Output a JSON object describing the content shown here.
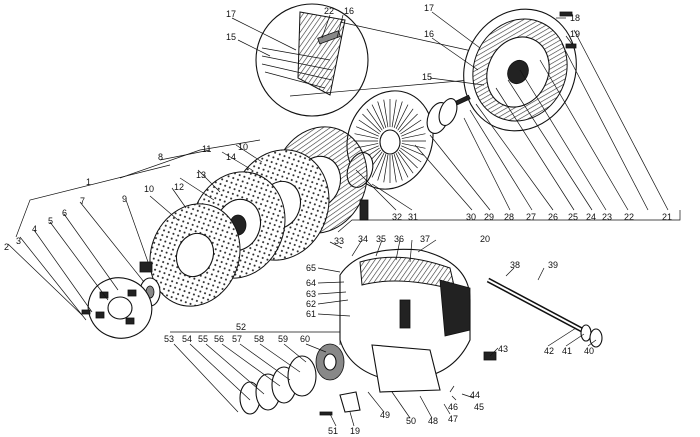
{
  "callouts": {
    "left": [
      "1",
      "2",
      "3",
      "4",
      "5",
      "6",
      "7",
      "8",
      "9",
      "10",
      "11",
      "12",
      "13",
      "14"
    ],
    "top": [
      "15",
      "16",
      "17",
      "18",
      "19",
      "22"
    ],
    "mid_row": [
      "20",
      "21",
      "22",
      "23",
      "24",
      "25",
      "26",
      "27",
      "28",
      "29",
      "30",
      "31",
      "32",
      "33",
      "34",
      "35",
      "36",
      "37"
    ],
    "right": [
      "38",
      "39",
      "40",
      "41",
      "42",
      "43",
      "44",
      "45",
      "46",
      "47",
      "48",
      "49",
      "50",
      "51",
      "52"
    ],
    "bottom": [
      "53",
      "54",
      "55",
      "56",
      "57",
      "58",
      "59",
      "60",
      "61",
      "62",
      "63",
      "64",
      "65"
    ]
  },
  "labels": {
    "t17a": "17",
    "t22a": "22",
    "t16a": "16",
    "t15a": "15",
    "t17b": "17",
    "t16b": "16",
    "t18": "18",
    "t19a": "19",
    "t15b": "15",
    "t1": "1",
    "t8": "8",
    "t11": "11",
    "t10a": "10",
    "t14": "14",
    "t10b": "10",
    "t9": "9",
    "t12": "12",
    "t13": "13",
    "t7": "7",
    "t6": "6",
    "t5": "5",
    "t4": "4",
    "t3": "3",
    "t2": "2",
    "t32": "32",
    "t31": "31",
    "t30": "30",
    "t29": "29",
    "t28": "28",
    "t27": "27",
    "t26": "26",
    "t25": "25",
    "t24": "24",
    "t23": "23",
    "t22b": "22",
    "t21": "21",
    "t20": "20",
    "t33": "33",
    "t34": "34",
    "t35": "35",
    "t36": "36",
    "t37": "37",
    "t38": "38",
    "t39": "39",
    "t65": "65",
    "t64": "64",
    "t63": "63",
    "t62": "62",
    "t61": "61",
    "t43": "43",
    "t42": "42",
    "t41": "41",
    "t40": "40",
    "t52": "52",
    "t53": "53",
    "t54": "54",
    "t55": "55",
    "t56": "56",
    "t57": "57",
    "t58": "58",
    "t59": "59",
    "t60": "60",
    "t44": "44",
    "t46": "46",
    "t45": "45",
    "t47": "47",
    "t48": "48",
    "t50": "50",
    "t49": "49",
    "t51": "51",
    "t19b": "19"
  }
}
